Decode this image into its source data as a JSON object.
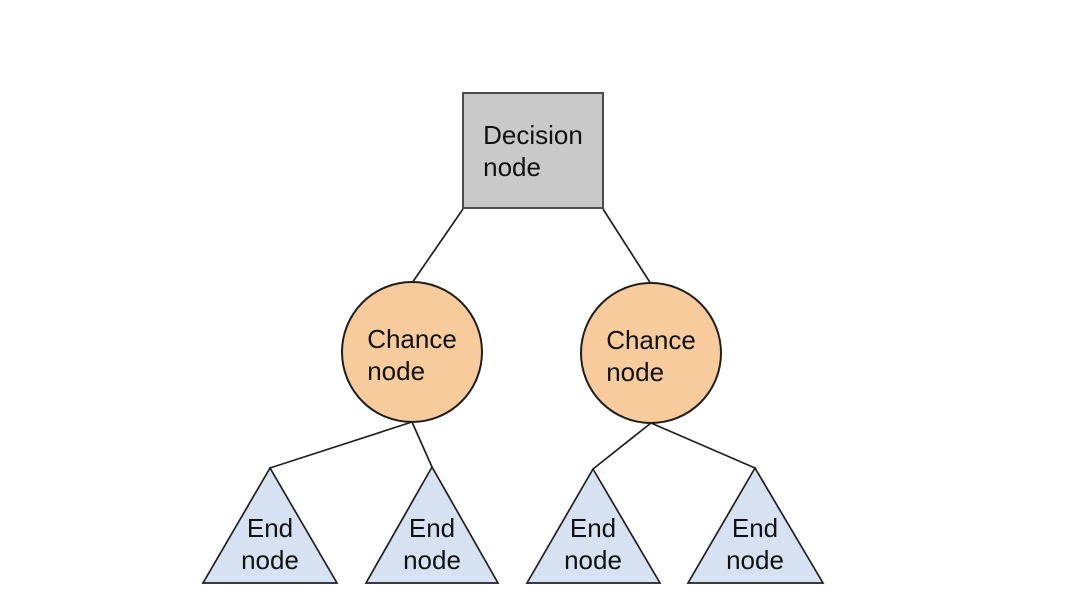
{
  "diagram": {
    "type": "decision-tree",
    "decision_node": {
      "label": "Decision\nnode"
    },
    "chance_nodes": [
      {
        "label": "Chance\nnode"
      },
      {
        "label": "Chance\nnode"
      }
    ],
    "end_nodes": [
      {
        "label": "End\nnode"
      },
      {
        "label": "End\nnode"
      },
      {
        "label": "End\nnode"
      },
      {
        "label": "End\nnode"
      }
    ],
    "colors": {
      "decision_fill": "#c9c9c9",
      "decision_stroke": "#4d4d4d",
      "chance_fill": "#f8cb9c",
      "end_fill": "#d6e2f2",
      "line_stroke": "#1f1f1f",
      "text": "#111111",
      "background": "#ffffff"
    }
  }
}
